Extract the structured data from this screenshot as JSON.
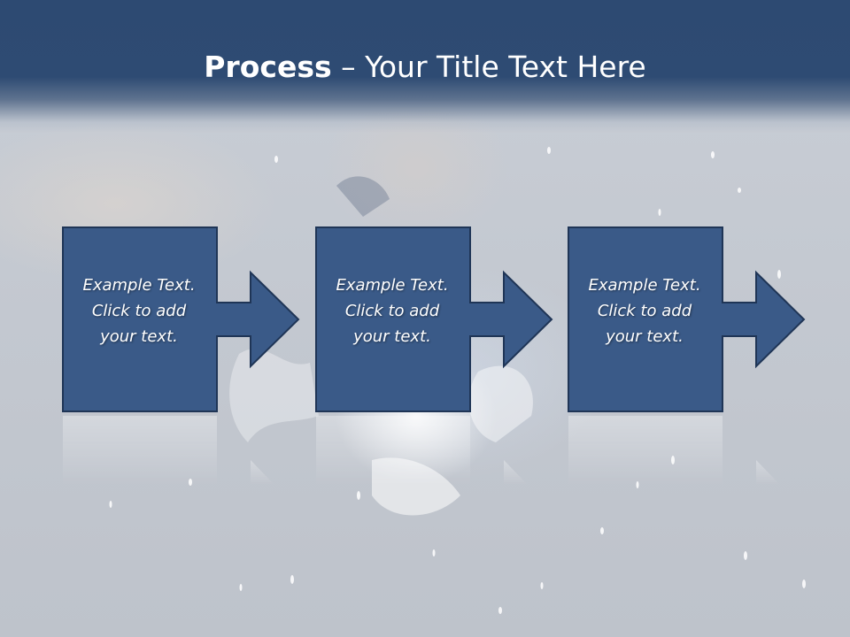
{
  "slide": {
    "title_bold": "Process",
    "title_rest": " – Your Title Text Here"
  },
  "steps": [
    {
      "line1": "Example Text.",
      "line2": "Click  to add",
      "line3": "your text."
    },
    {
      "line1": "Example Text.",
      "line2": "Click  to add",
      "line3": "your text."
    },
    {
      "line1": "Example Text.",
      "line2": "Click  to add",
      "line3": "your text."
    }
  ],
  "colors": {
    "header": "#2d4a72",
    "box_fill": "#3a5a88",
    "box_stroke": "#1f3556",
    "arrow_fill": "#3a5a88"
  }
}
